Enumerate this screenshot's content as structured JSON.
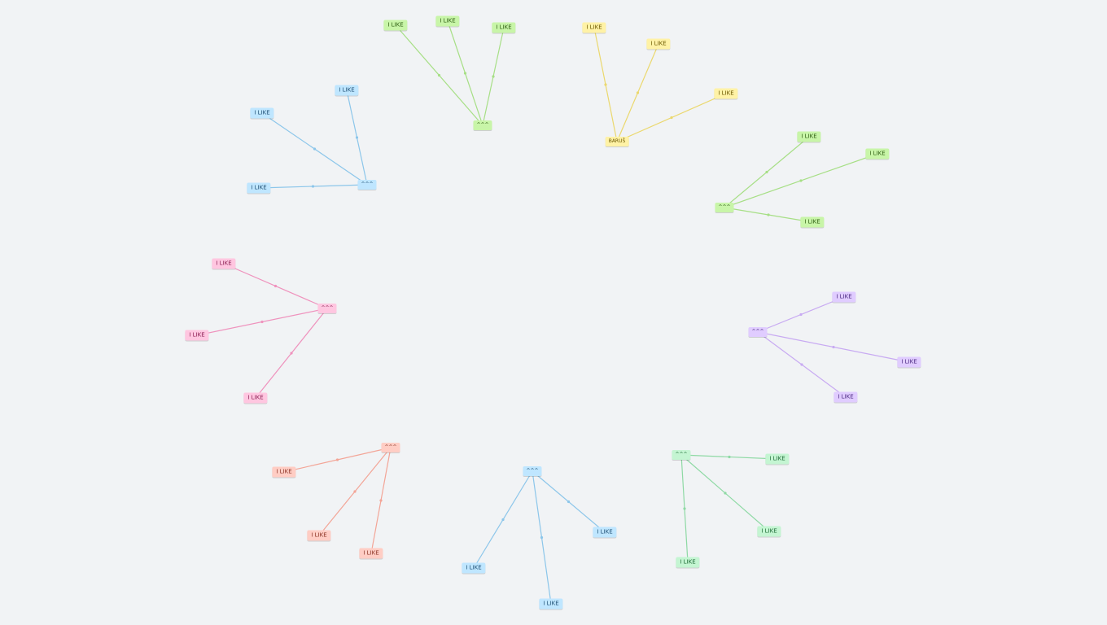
{
  "palettes": {
    "green": {
      "fill": "#c8f5a8",
      "line": "#a7df86",
      "text": "#2e5e12"
    },
    "yellow": {
      "fill": "#fff2a6",
      "line": "#ebd86e",
      "text": "#6b5800"
    },
    "blue": {
      "fill": "#bfe6ff",
      "line": "#8cc6ea",
      "text": "#1f4f73"
    },
    "pink": {
      "fill": "#ffc6e0",
      "line": "#ef92bd",
      "text": "#8a1f52"
    },
    "purple": {
      "fill": "#e0ccff",
      "line": "#c8aaf2",
      "text": "#4b2a80"
    },
    "salmon": {
      "fill": "#ffcdc4",
      "line": "#f3a597",
      "text": "#8a3324"
    },
    "mint": {
      "fill": "#c4f5d2",
      "line": "#8ed9a4",
      "text": "#1e6b35"
    }
  },
  "clusters": [
    {
      "palette": "green",
      "center": {
        "label": "^^^"
      },
      "children": [
        {
          "label": "I LIKE"
        },
        {
          "label": "I LIKE"
        },
        {
          "label": "I LIKE"
        }
      ]
    },
    {
      "palette": "yellow",
      "center": {
        "label": "BARUŠ"
      },
      "children": [
        {
          "label": "I LIKE"
        },
        {
          "label": "I LIKE"
        },
        {
          "label": "I LIKE"
        }
      ]
    },
    {
      "palette": "blue",
      "center": {
        "label": "^^^"
      },
      "children": [
        {
          "label": "I LIKE"
        },
        {
          "label": "I LIKE"
        },
        {
          "label": "I LIKE"
        }
      ]
    },
    {
      "palette": "green",
      "center": {
        "label": "^^^"
      },
      "children": [
        {
          "label": "I LIKE"
        },
        {
          "label": "I LIKE"
        },
        {
          "label": "I LIKE"
        }
      ]
    },
    {
      "palette": "pink",
      "center": {
        "label": "^^^"
      },
      "children": [
        {
          "label": "I LIKE"
        },
        {
          "label": "I LIKE"
        },
        {
          "label": "I LIKE"
        }
      ]
    },
    {
      "palette": "purple",
      "center": {
        "label": "^^^"
      },
      "children": [
        {
          "label": "I LIKE"
        },
        {
          "label": "I LIKE"
        },
        {
          "label": "I LIKE"
        }
      ]
    },
    {
      "palette": "salmon",
      "center": {
        "label": "^^^"
      },
      "children": [
        {
          "label": "I LIKE"
        },
        {
          "label": "I LIKE"
        },
        {
          "label": "I LIKE"
        }
      ]
    },
    {
      "palette": "blue",
      "center": {
        "label": "^^^"
      },
      "children": [
        {
          "label": "I LIKE"
        },
        {
          "label": "I LIKE"
        },
        {
          "label": "I LIKE"
        }
      ]
    },
    {
      "palette": "mint",
      "center": {
        "label": "^^^"
      },
      "children": [
        {
          "label": "I LIKE"
        },
        {
          "label": "I LIKE"
        },
        {
          "label": "I LIKE"
        }
      ]
    }
  ]
}
